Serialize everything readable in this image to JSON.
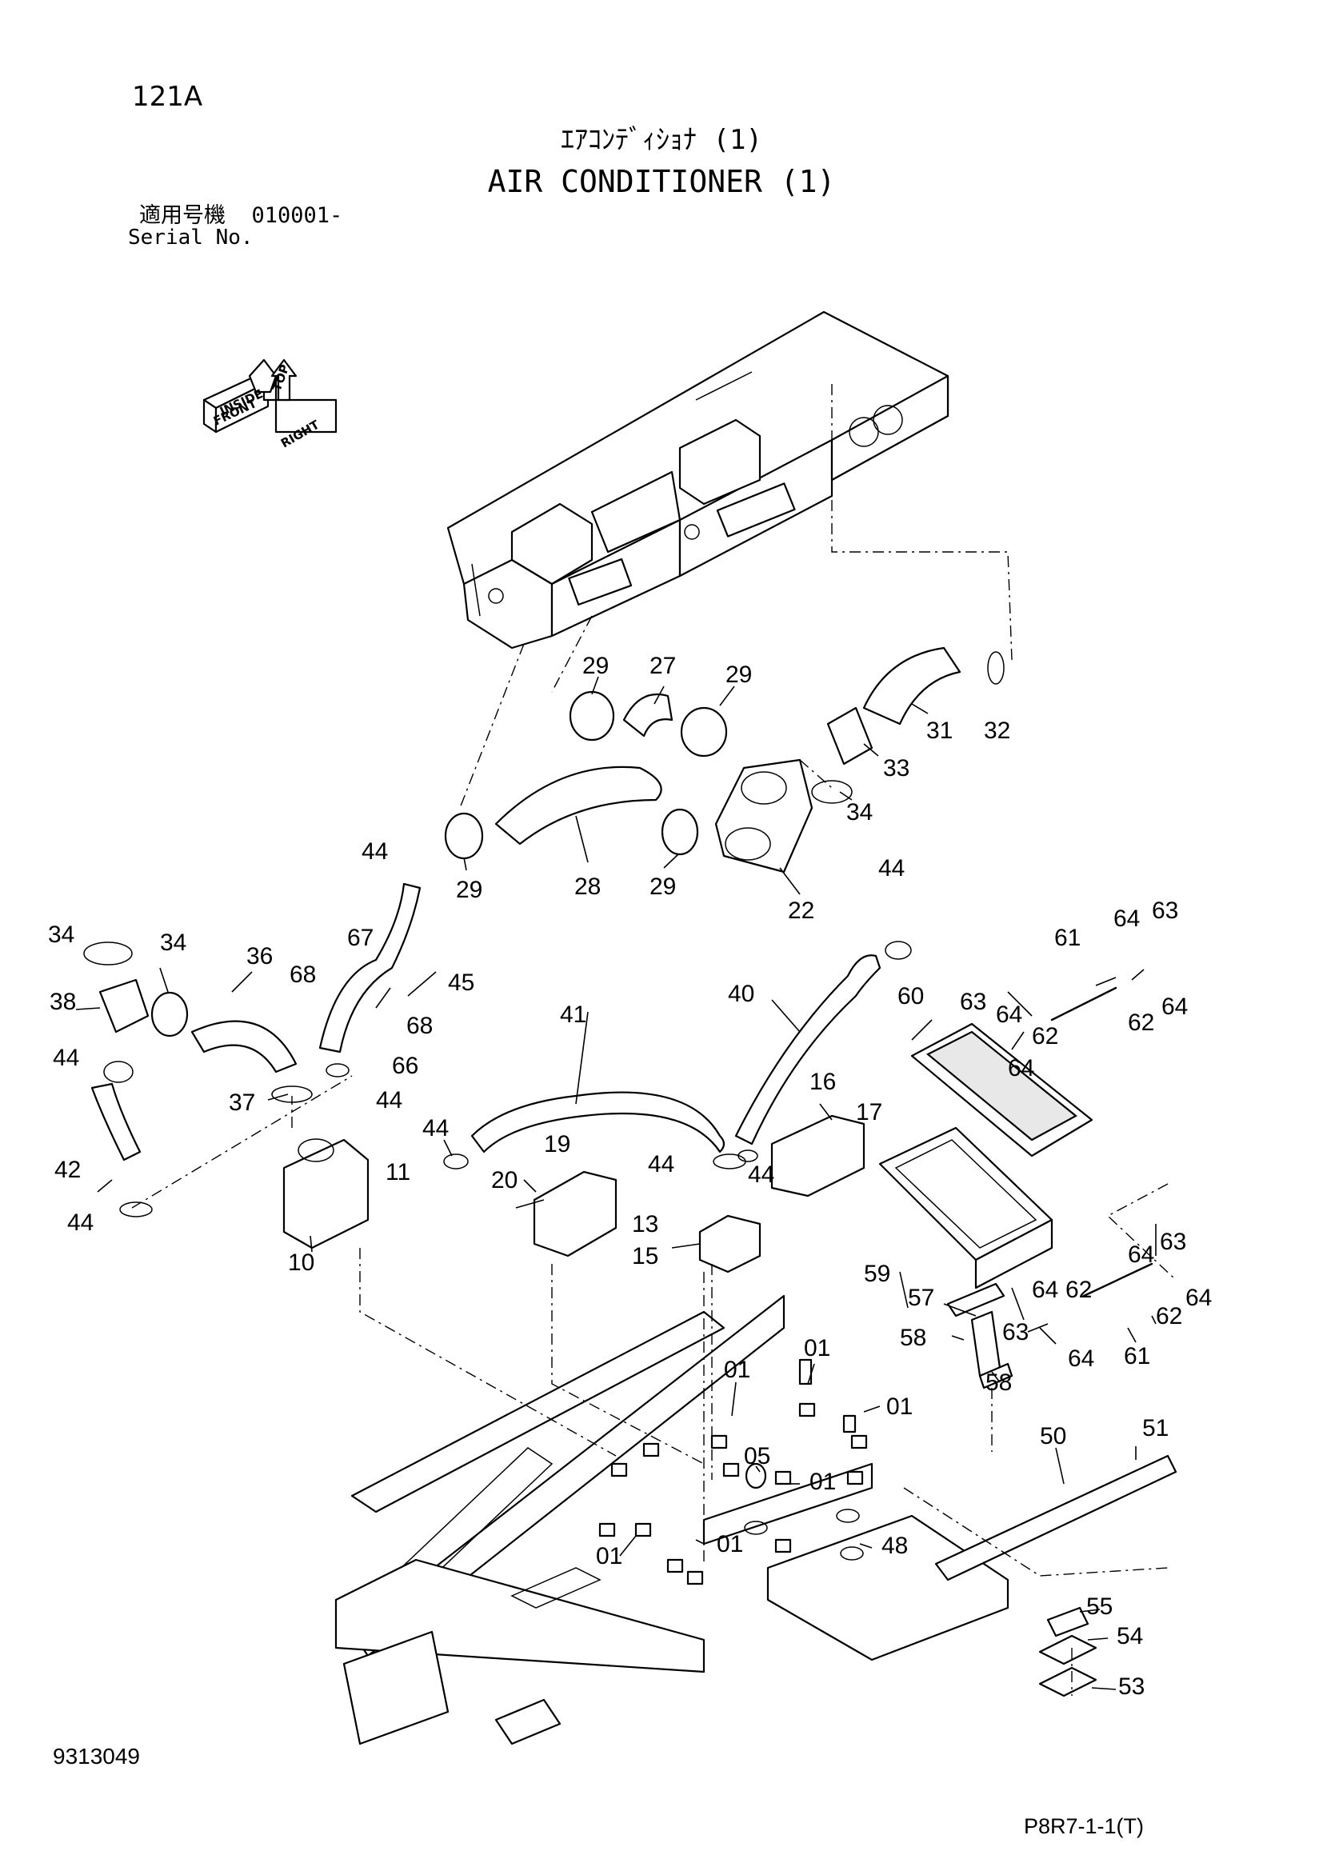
{
  "header": {
    "page_number": "121A",
    "title_jp": "ｴｱｺﾝﾃﾞｨｼｮﾅ (1)",
    "title_en": "AIR CONDITIONER (1)",
    "serial_label_jp": "適用号機",
    "serial_value": "010001-",
    "serial_label_en": "Serial No."
  },
  "orientation_indicator": {
    "front": "FRONT",
    "top": "TOP",
    "right": "RIGHT",
    "inside": "INSIDE"
  },
  "callouts": {
    "c29a": "29",
    "c27": "27",
    "c29b": "29",
    "c31": "31",
    "c32": "32",
    "c33": "33",
    "c34a": "34",
    "c29c": "29",
    "c28": "28",
    "c29d": "29",
    "c22": "22",
    "c44a": "44",
    "c44b": "44",
    "c34b": "34",
    "c34c": "34",
    "c36": "36",
    "c38": "38",
    "c67": "67",
    "c68a": "68",
    "c45": "45",
    "c68b": "68",
    "c66": "66",
    "c44c": "44",
    "c37": "37",
    "c44d": "44",
    "c42": "42",
    "c44e": "44",
    "c10": "10",
    "c11": "11",
    "c41": "41",
    "c40": "40",
    "c44f": "44",
    "c19": "19",
    "c20": "20",
    "c16": "16",
    "c17": "17",
    "c44g": "44",
    "c44h": "44",
    "c13": "13",
    "c15": "15",
    "c60": "60",
    "c61a": "61",
    "c64a": "64",
    "c63a": "63",
    "c64b": "64",
    "c63b": "63",
    "c62a": "62",
    "c62b": "62",
    "c64c": "64",
    "c64d": "64",
    "c59": "59",
    "c57": "57",
    "c58a": "58",
    "c58b": "58",
    "c64e": "64",
    "c63c": "63",
    "c64f": "64",
    "c62c": "62",
    "c63d": "63",
    "c64g": "64",
    "c62d": "62",
    "c61b": "61",
    "c64h": "64",
    "c01a": "01",
    "c01b": "01",
    "c01c": "01",
    "c05": "05",
    "c01d": "01",
    "c01e": "01",
    "c01f": "01",
    "c48": "48",
    "c50": "50",
    "c51": "51",
    "c55": "55",
    "c54": "54",
    "c53": "53"
  },
  "footer": {
    "drawing_number": "9313049",
    "sheet_code": "P8R7-1-1(T)"
  }
}
